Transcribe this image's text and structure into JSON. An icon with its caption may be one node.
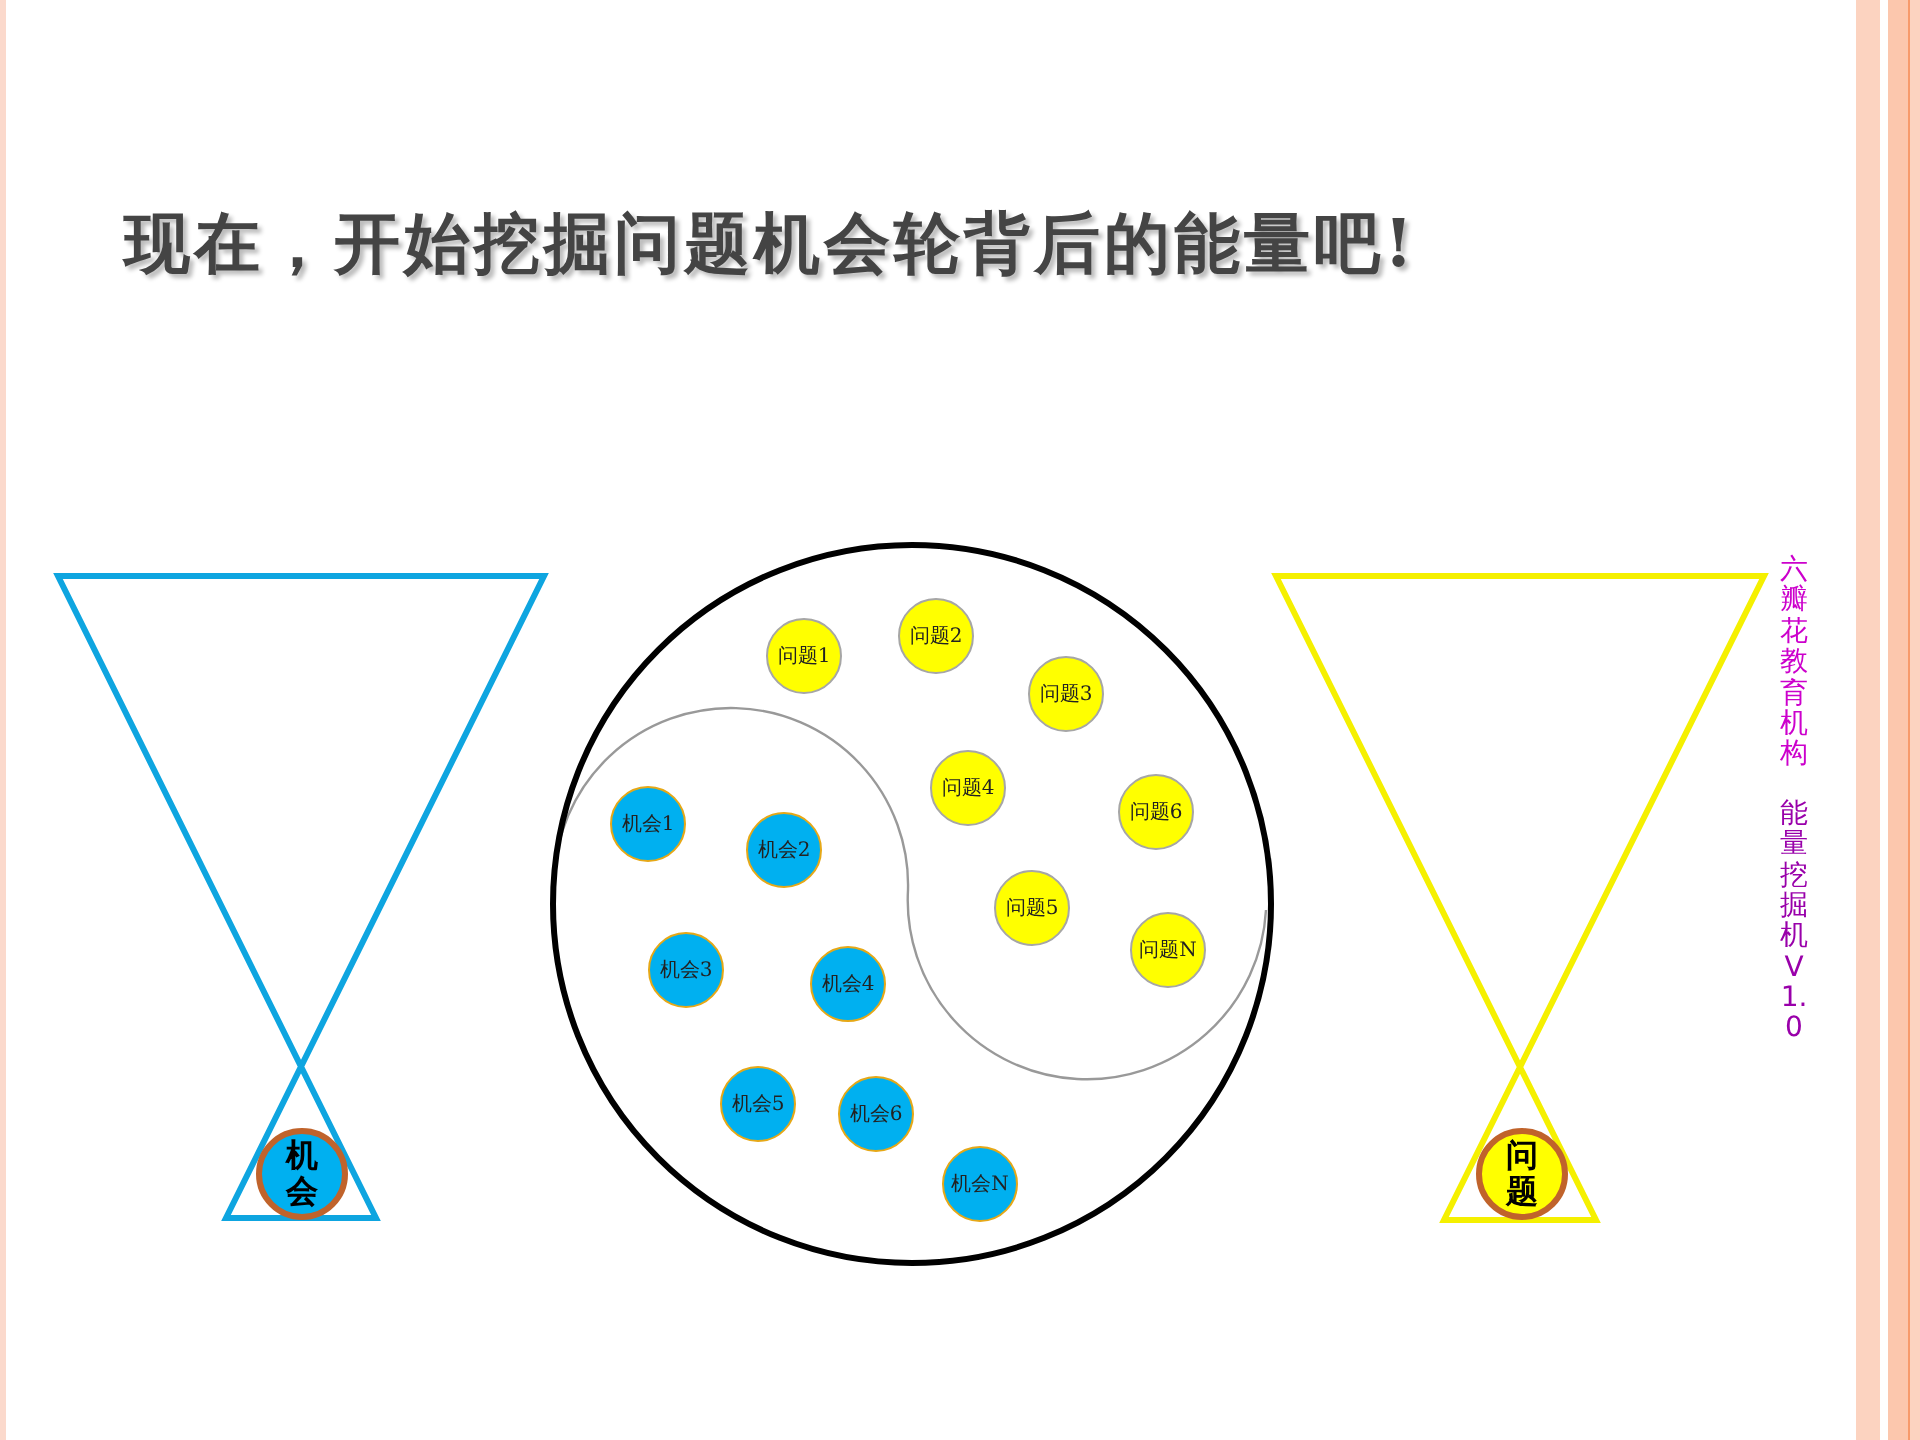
{
  "diagram": {
    "title": "现在，开始挖掘问题机会轮背后的能量吧!",
    "nodes": [
      {
        "text": [],
        "shape": "circle"
      },
      {
        "text": [
          "问题2"
        ],
        "in": 0
      },
      {
        "text": [
          "问题1"
        ],
        "in": 0
      },
      {
        "text": [
          "问题3"
        ],
        "in": 0
      },
      {
        "text": [
          "问题4"
        ],
        "in": 0
      },
      {
        "text": [
          "问题6"
        ],
        "in": 0
      },
      {
        "text": [
          "机会1"
        ],
        "in": 0
      },
      {
        "text": [
          "机会2"
        ],
        "in": 0
      },
      {
        "text": [
          "问题5"
        ],
        "in": 0
      },
      {
        "text": [
          "问题N"
        ],
        "in": 0
      },
      {
        "text": [
          "机会3"
        ],
        "in": 0
      },
      {
        "text": [
          "机会4"
        ],
        "in": 0
      },
      {
        "text": [
          "机会5"
        ],
        "in": 0
      },
      {
        "text": [
          "机会6"
        ],
        "in": 0
      },
      {
        "text": [
          "机会N"
        ],
        "in": 0
      },
      {
        "text": [
          "机会"
        ]
      },
      {
        "text": [
          "问题"
        ]
      }
    ],
    "labels": [
      "六瓣花教育机构",
      "能量挖掘机V1.0"
    ]
  }
}
